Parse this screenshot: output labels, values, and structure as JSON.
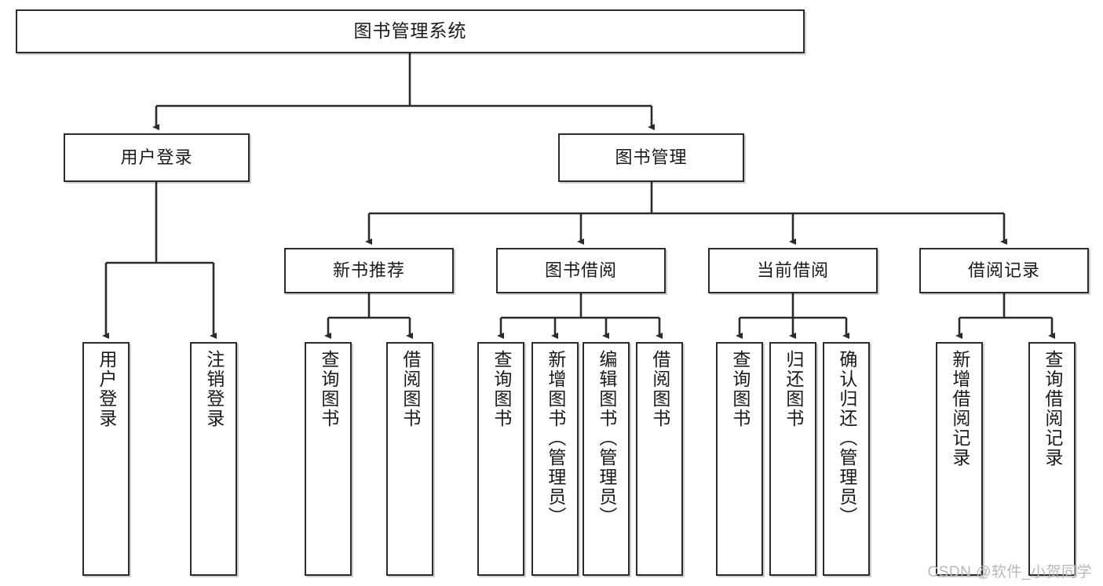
{
  "diagram": {
    "title_node": {
      "id": "root",
      "label": "图书管理系统"
    },
    "level2": [
      {
        "id": "user-login",
        "label": "用户登录"
      },
      {
        "id": "book-manage",
        "label": "图书管理"
      }
    ],
    "level3": [
      {
        "id": "new-book-recommend",
        "label": "新书推荐"
      },
      {
        "id": "book-borrow",
        "label": "图书借阅"
      },
      {
        "id": "current-borrow",
        "label": "当前借阅"
      },
      {
        "id": "borrow-record",
        "label": "借阅记录"
      }
    ],
    "leaves": [
      {
        "id": "leaf-user-login",
        "label": "用户登录",
        "parent": "user-login"
      },
      {
        "id": "leaf-logout-login",
        "label": "注销登录",
        "parent": "user-login"
      },
      {
        "id": "leaf-query-book-1",
        "label": "查询图书",
        "parent": "new-book-recommend"
      },
      {
        "id": "leaf-borrow-book-1",
        "label": "借阅图书",
        "parent": "new-book-recommend"
      },
      {
        "id": "leaf-query-book-2",
        "label": "查询图书",
        "parent": "book-borrow"
      },
      {
        "id": "leaf-add-book",
        "label": "新增图书（管理员）",
        "parent": "book-borrow"
      },
      {
        "id": "leaf-edit-book",
        "label": "编辑图书（管理员）",
        "parent": "book-borrow"
      },
      {
        "id": "leaf-borrow-book-2",
        "label": "借阅图书",
        "parent": "book-borrow"
      },
      {
        "id": "leaf-query-book-3",
        "label": "查询图书",
        "parent": "current-borrow"
      },
      {
        "id": "leaf-return-book",
        "label": "归还图书",
        "parent": "current-borrow"
      },
      {
        "id": "leaf-confirm-return",
        "label": "确认归还（管理员）",
        "parent": "current-borrow"
      },
      {
        "id": "leaf-add-record",
        "label": "新增借阅记录",
        "parent": "borrow-record"
      },
      {
        "id": "leaf-query-record",
        "label": "查询借阅记录",
        "parent": "borrow-record"
      }
    ]
  },
  "watermark": {
    "text": "CSDN @软件_小贺同学"
  },
  "colors": {
    "stroke": "#2b2b2b",
    "fill": "#ffffff",
    "text": "#1a1a1a",
    "watermark": "#b9b9b9"
  }
}
